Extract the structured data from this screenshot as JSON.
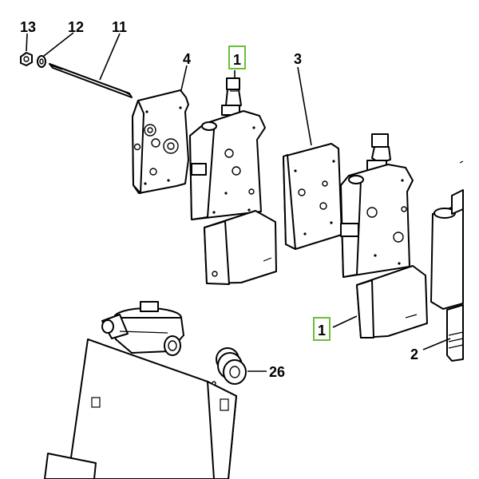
{
  "callouts": [
    {
      "id": "13",
      "label": "13"
    },
    {
      "id": "12",
      "label": "12"
    },
    {
      "id": "11",
      "label": "11"
    },
    {
      "id": "4",
      "label": "4"
    },
    {
      "id": "1a",
      "label": "1",
      "highlighted": true
    },
    {
      "id": "3",
      "label": "3"
    },
    {
      "id": "1b",
      "label": "1",
      "highlighted": true
    },
    {
      "id": "2",
      "label": "2"
    },
    {
      "id": "26",
      "label": "26"
    }
  ],
  "colors": {
    "line": "#000000",
    "background": "#ffffff",
    "highlight": "#6abf3a"
  }
}
